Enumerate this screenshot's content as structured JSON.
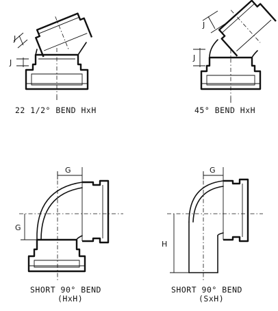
{
  "figures": [
    {
      "caption": "22 1/2° BEND HxH",
      "dims": [
        "J",
        "J"
      ]
    },
    {
      "caption": "45° BEND HxH",
      "dims": [
        "J",
        "J"
      ]
    },
    {
      "caption": "SHORT 90° BEND",
      "subcaption": "(HxH)",
      "dims": [
        "G",
        "G"
      ]
    },
    {
      "caption": "SHORT 90° BEND",
      "subcaption": "(SxH)",
      "dims": [
        "G",
        "H"
      ]
    }
  ]
}
